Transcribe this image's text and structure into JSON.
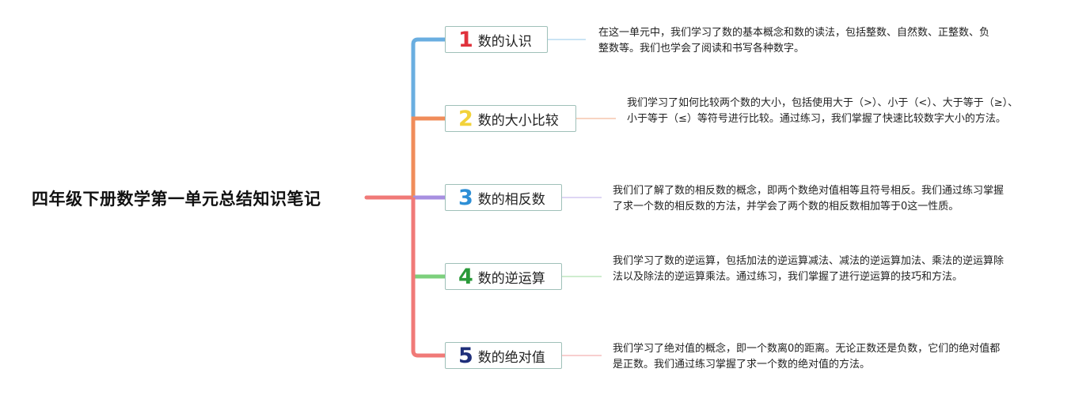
{
  "root": {
    "title": "四年级下册数学第一单元总结知识笔记"
  },
  "topics": [
    {
      "number": "1",
      "label": "数的认识",
      "color": "#e0323c",
      "branch_color": "#6aaee0",
      "description": "在这一单元中，我们学习了数的基本概念和数的读法，包括整数、自然数、正整数、负整数等。我们也学会了阅读和书写各种数字。"
    },
    {
      "number": "2",
      "label": "数的大小比较",
      "color": "#f2d23a",
      "branch_color": "#f08c5a",
      "description": "我们学习了如何比较两个数的大小，包括使用大于（>）、小于（<）、大于等于（≥）、小于等于（≤）等符号进行比较。通过练习，我们掌握了快速比较数字大小的方法。"
    },
    {
      "number": "3",
      "label": "数的相反数",
      "color": "#2e8fd6",
      "branch_color": "#a78fe0",
      "description": "我们们了解了数的相反数的概念，即两个数绝对值相等且符号相反。我们通过练习掌握了求一个数的相反数的方法，并学会了两个数的相反数相加等于0这一性质。"
    },
    {
      "number": "4",
      "label": "数的逆运算",
      "color": "#2a9a3a",
      "branch_color": "#7cd07c",
      "description": "我们学习了数的逆运算，包括加法的逆运算减法、减法的逆运算加法、乘法的逆运算除法以及除法的逆运算乘法。通过练习，我们掌握了进行逆运算的技巧和方法。"
    },
    {
      "number": "5",
      "label": "数的绝对值",
      "color": "#1f2f7a",
      "branch_color": "#f07a78",
      "description": "我们学习了绝对值的概念，即一个数离0的距离。无论正数还是负数，它们的绝对值都是正数。我们通过练习掌握了求一个数的绝对值的方法。"
    }
  ]
}
